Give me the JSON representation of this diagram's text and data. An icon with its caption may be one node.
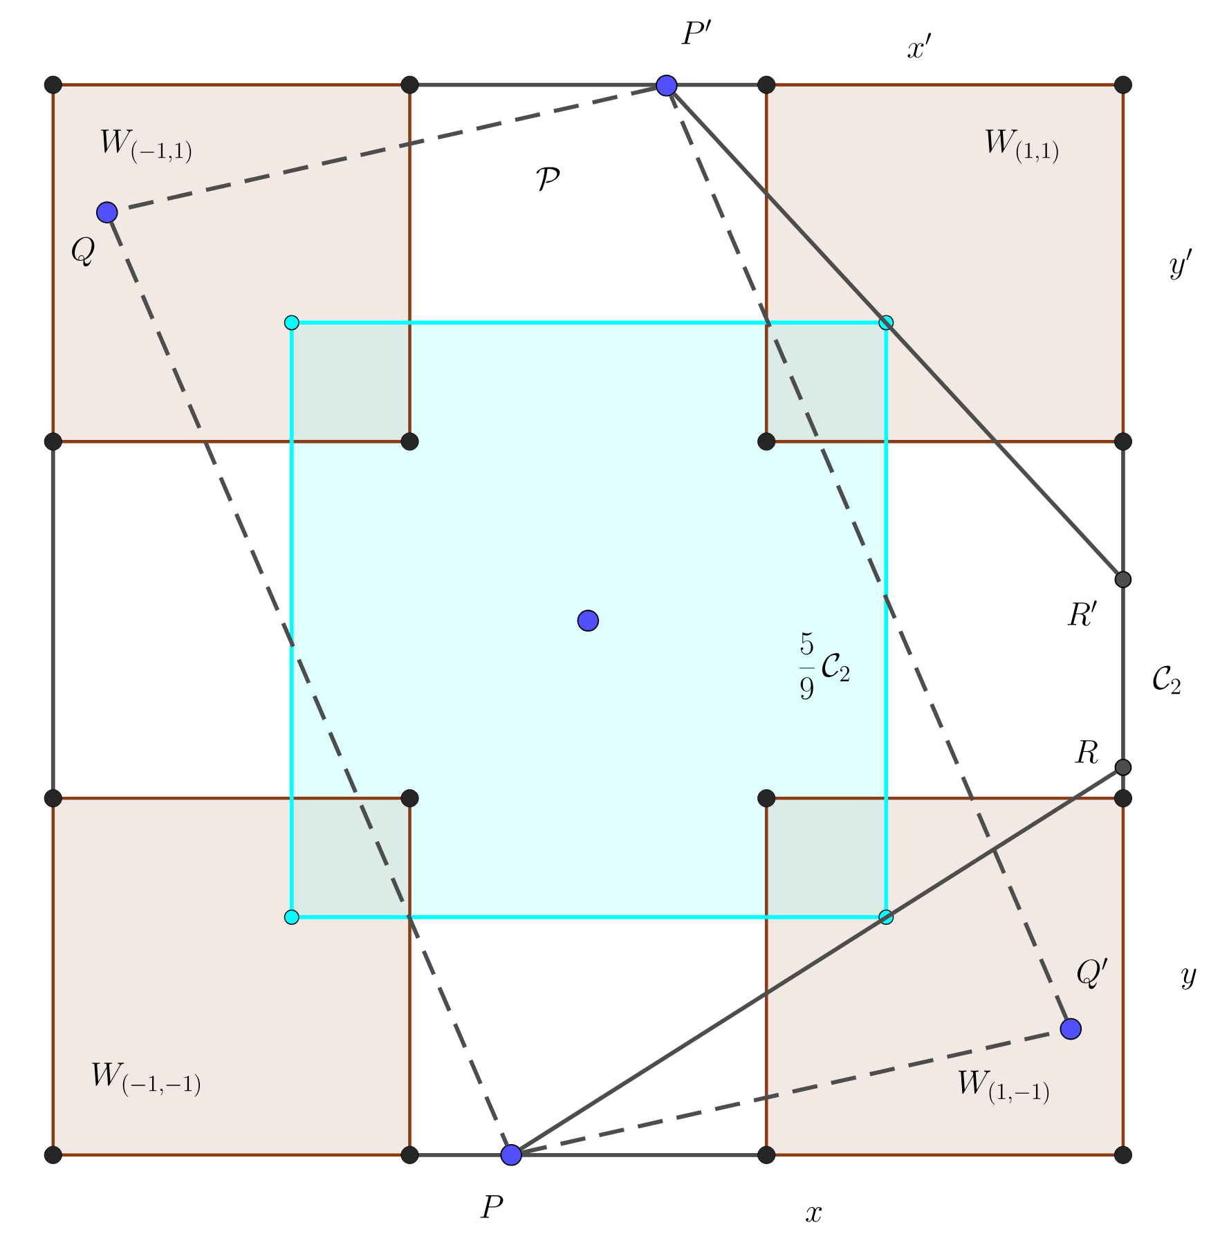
{
  "diagram": {
    "nodes": [
      {
        "text": [
          "P'"
        ]
      },
      {
        "text": [
          "Q"
        ]
      },
      {
        "text": [
          "P"
        ]
      },
      {
        "text": [
          "Q'"
        ]
      },
      {
        "text": [
          "R'"
        ]
      },
      {
        "text": [
          "R"
        ]
      },
      {
        "text": [],
        "shape": "circle"
      }
    ],
    "edges": [
      {
        "from": 0,
        "to": 1,
        "arrow": "none",
        "style": "dashed"
      },
      {
        "from": 1,
        "to": 2,
        "arrow": "none",
        "style": "dashed"
      },
      {
        "from": 2,
        "to": 3,
        "arrow": "none",
        "style": "dashed"
      },
      {
        "from": 3,
        "to": 0,
        "arrow": "none",
        "style": "dashed"
      },
      {
        "from": 0,
        "to": 4,
        "arrow": "none"
      },
      {
        "from": 2,
        "to": 5,
        "arrow": "none"
      }
    ],
    "labels": [
      "x'",
      "W_{(-1,1)}",
      "W_{(1,1)}",
      "\\mathcal{P}",
      "y'",
      "\\frac{5}{9}\\,\\mathcal{C}_2",
      "\\mathcal{C}_2",
      "y",
      "W_{(-1,-1)}",
      "W_{(1,-1)}",
      "x"
    ]
  }
}
